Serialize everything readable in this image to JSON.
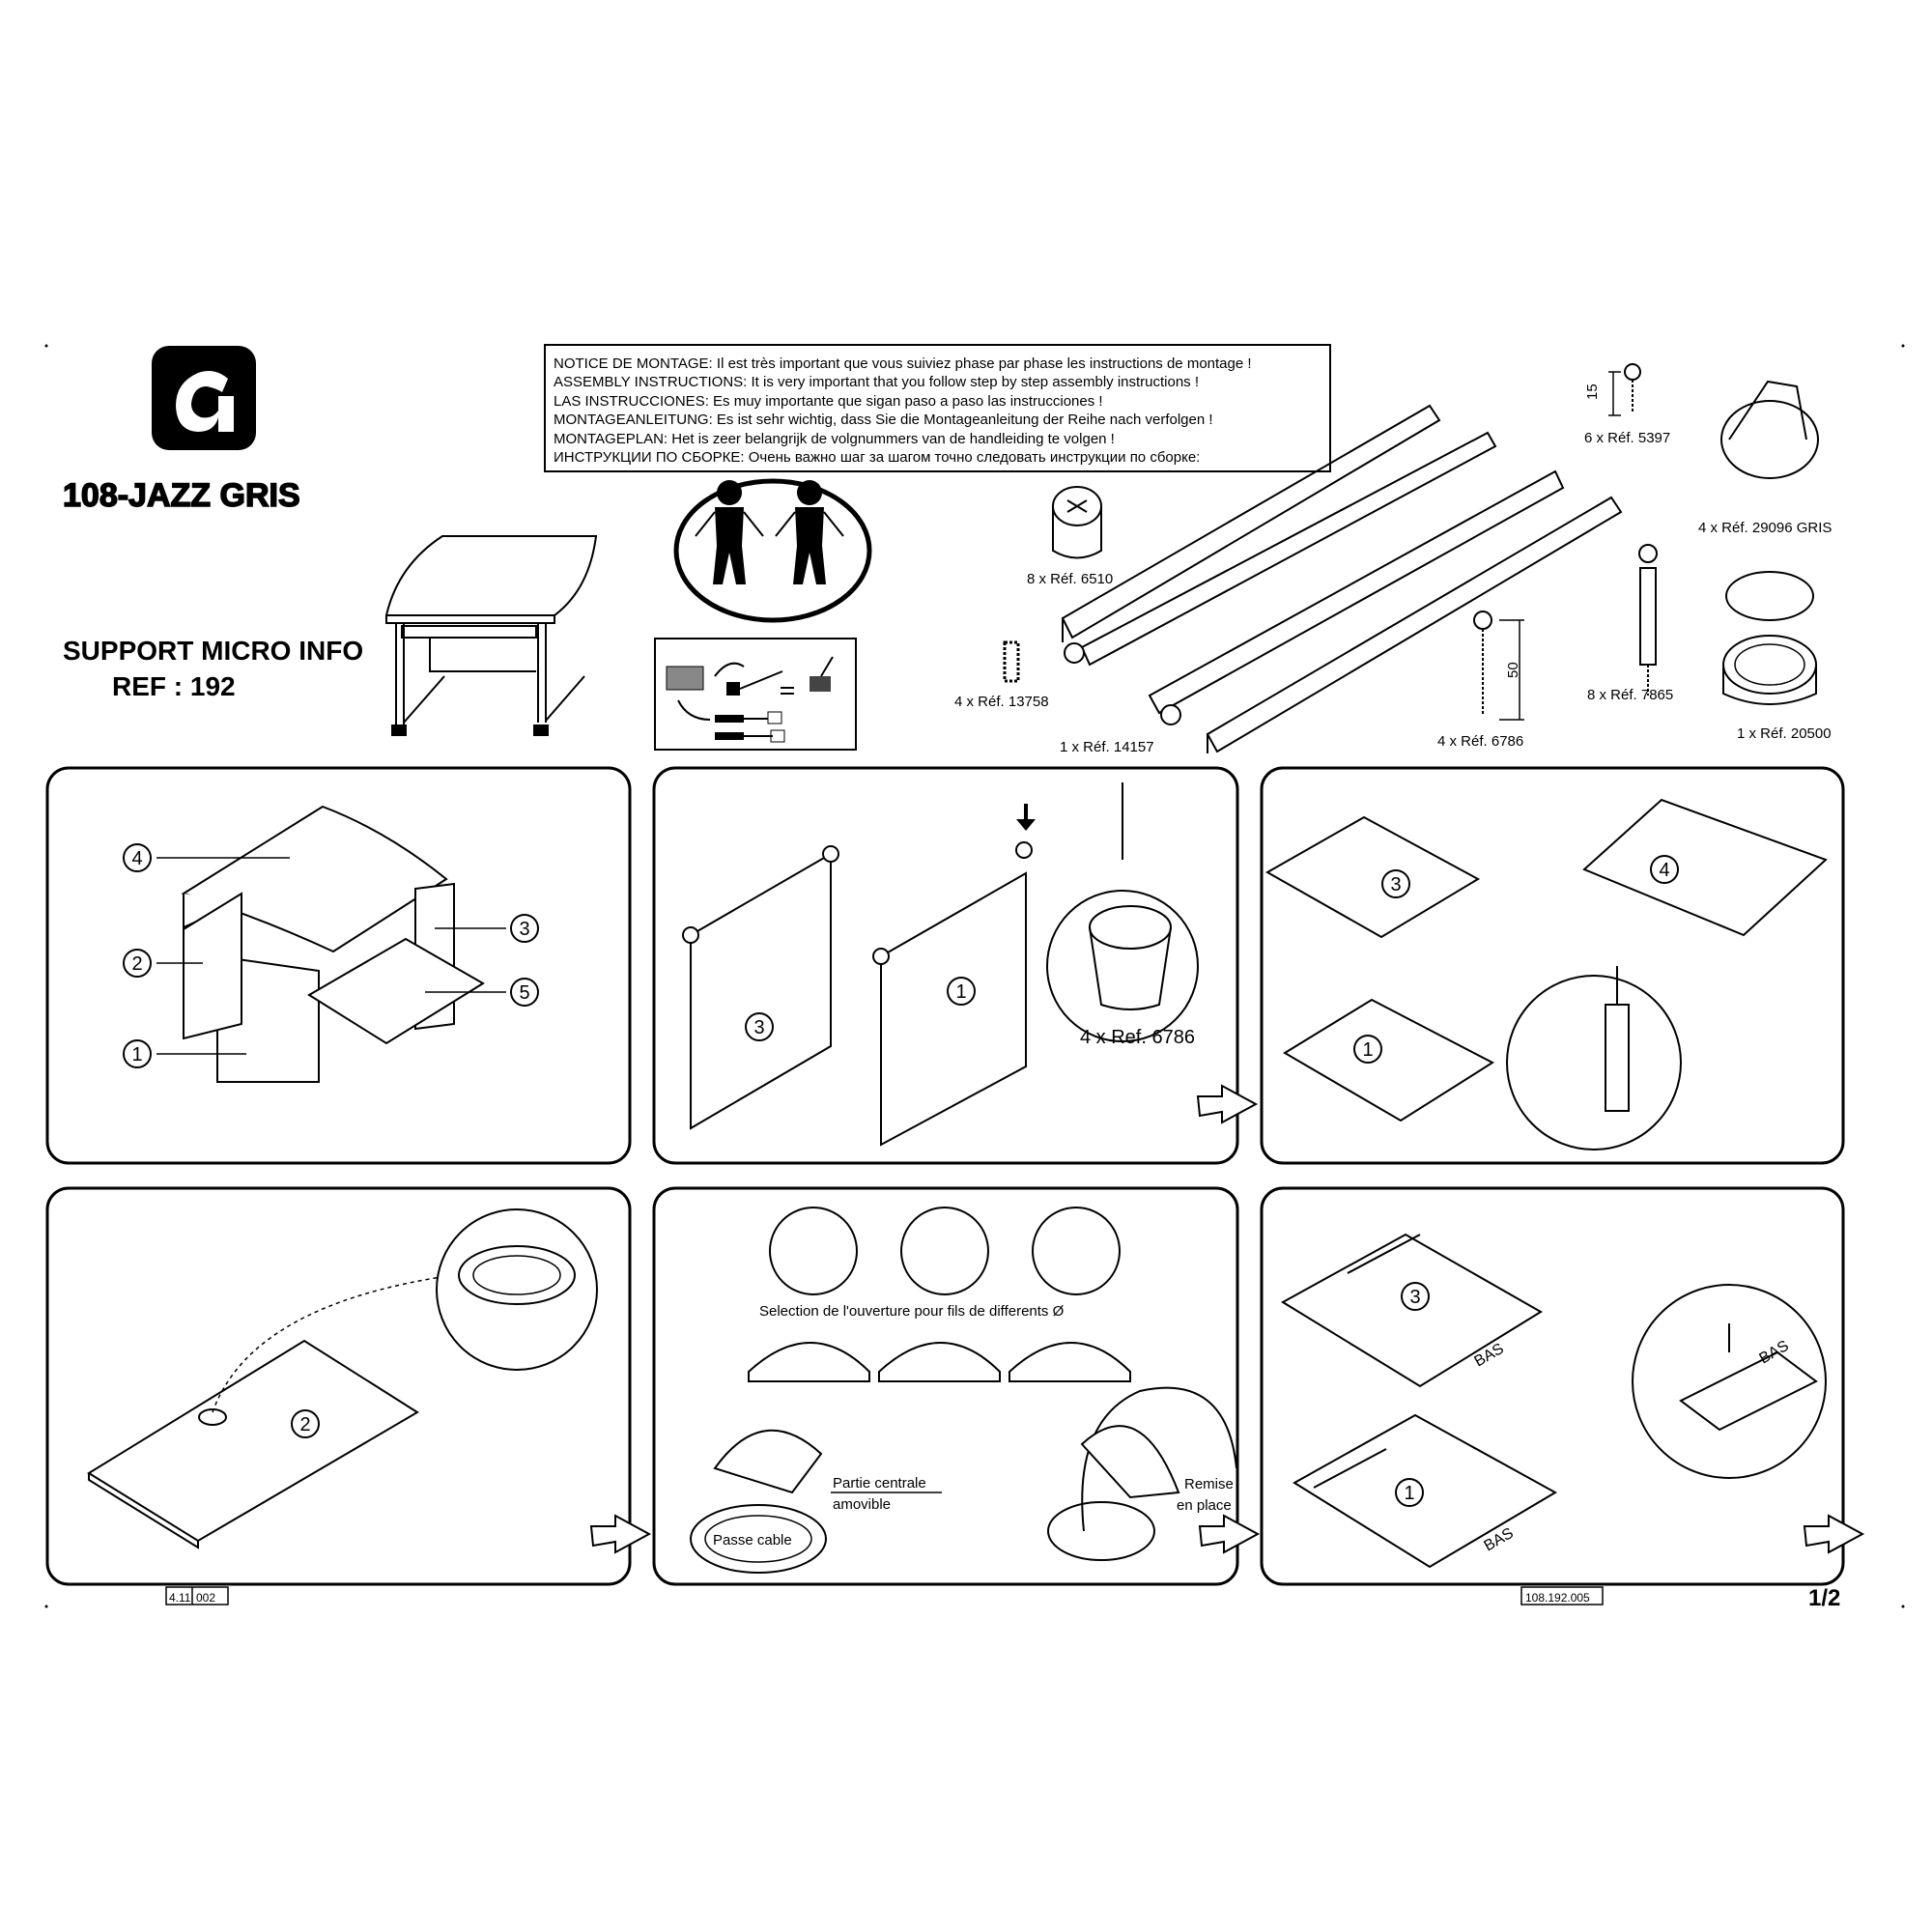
{
  "header": {
    "brand_logo_letter": "G",
    "model": "108-JAZZ  GRIS",
    "product_name": "SUPPORT  MICRO  INFO",
    "reference": "REF  :  192"
  },
  "notice": {
    "lines": [
      "NOTICE DE MONTAGE: Il est très important que vous suiviez phase par phase les instructions de montage !",
      "ASSEMBLY INSTRUCTIONS: It is very important that  you follow step by step assembly instructions !",
      "LAS INSTRUCCIONES: Es muy importante que sigan paso a paso las instrucciones !",
      "MONTAGEANLEITUNG: Es ist sehr wichtig, dass Sie die Montageanleitung der Reihe nach verfolgen !",
      "MONTAGEPLAN: Het is zeer belangrijk de volgnummers van de handleiding te volgen !",
      "ИНСТРУКЦИИ ПО СБОРКЕ: Очень важно шаг за шагом точно следовать инструкции по сборке:"
    ]
  },
  "hardware": {
    "cam_lock": "8 x Réf. 6510",
    "dowel": "4 x Réf. 13758",
    "drawer_runners": "1 x Réf. 14157",
    "short_screw": "6 x Réf. 5397",
    "short_screw_length": "15",
    "long_screw": "4 x Réf. 6786",
    "long_screw_length": "50",
    "cam_bolt": "8 x Réf. 7865",
    "foot": "4 x Réf. 29096 GRIS",
    "cable_grommet": "1 x Réf. 20500"
  },
  "steps": {
    "step1": {
      "parts": [
        "4",
        "2",
        "1",
        "3",
        "5"
      ]
    },
    "step2": {
      "parts": [
        "3",
        "1"
      ],
      "screw_label": "4 x Ref. 6786"
    },
    "step3": {
      "parts": [
        "3",
        "4",
        "1"
      ]
    },
    "step4": {
      "parts": [
        "2"
      ]
    },
    "step5": {
      "caption": "Selection de l'ouverture pour fils de differents Ø",
      "removable_1": "Partie centrale",
      "removable_2": "amovible",
      "cable_pass": "Passe cable",
      "replace_1": "Remise",
      "replace_2": "en place"
    },
    "step6": {
      "parts": [
        "3",
        "1"
      ],
      "bottom_label": "BAS"
    }
  },
  "footer": {
    "code_left_a": "4.11",
    "code_left_b": "002",
    "code_right": "108.192.005",
    "page": "1/2"
  }
}
